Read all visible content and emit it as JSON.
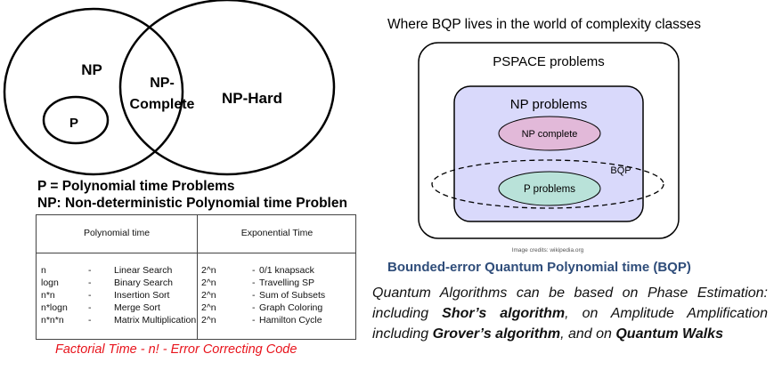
{
  "venn": {
    "np": "NP",
    "p": "P",
    "np_complete_1": "NP-",
    "np_complete_2": "Complete",
    "np_hard": "NP-Hard"
  },
  "definitions": [
    "P = Polynomial time Problems",
    "NP: Non-deterministic Polynomial time Problen"
  ],
  "table": {
    "headers": [
      "Polynomial time",
      "Exponential Time"
    ],
    "polynomial": [
      [
        "n",
        "-",
        "Linear Search"
      ],
      [
        "logn",
        "-",
        "Binary Search"
      ],
      [
        "n*n",
        "-",
        "Insertion Sort"
      ],
      [
        "n*logn",
        "-",
        "Merge Sort"
      ],
      [
        "n*n*n",
        "-",
        "Matrix Multiplication"
      ]
    ],
    "exponential": [
      [
        "2^n",
        "-",
        "0/1 knapsack"
      ],
      [
        "2^n",
        "-",
        "Travelling SP"
      ],
      [
        "2^n",
        "-",
        "Sum of Subsets"
      ],
      [
        "2^n",
        "-",
        "Graph Coloring"
      ],
      [
        "2^n",
        "-",
        "Hamilton Cycle"
      ]
    ]
  },
  "factorial_note": "Factorial Time - n! - Error Correcting Code",
  "bqp": {
    "title": "Where BQP lives in the world of complexity classes",
    "pspace": "PSPACE problems",
    "np": "NP problems",
    "np_complete": "NP complete",
    "p": "P problems",
    "bqp": "BQP",
    "credits": "Image credits: wikipedia.org",
    "heading": "Bounded-error Quantum Polynomial time (BQP)"
  },
  "paragraph": {
    "t1": "Quantum Algorithms can be based on Phase Estimation: including ",
    "b1": "Shor’s algorithm",
    "t2": ", on Amplitude Amplification including ",
    "b2": "Grover’s algorithm",
    "t3": ", and on ",
    "b3": "Quantum Walks"
  },
  "colors": {
    "np_box": "#d9d9fb",
    "np_complete": "#e2b9d9",
    "p": "#b9e2d9",
    "heading": "#2f4d7a",
    "note": "#e8141c"
  }
}
